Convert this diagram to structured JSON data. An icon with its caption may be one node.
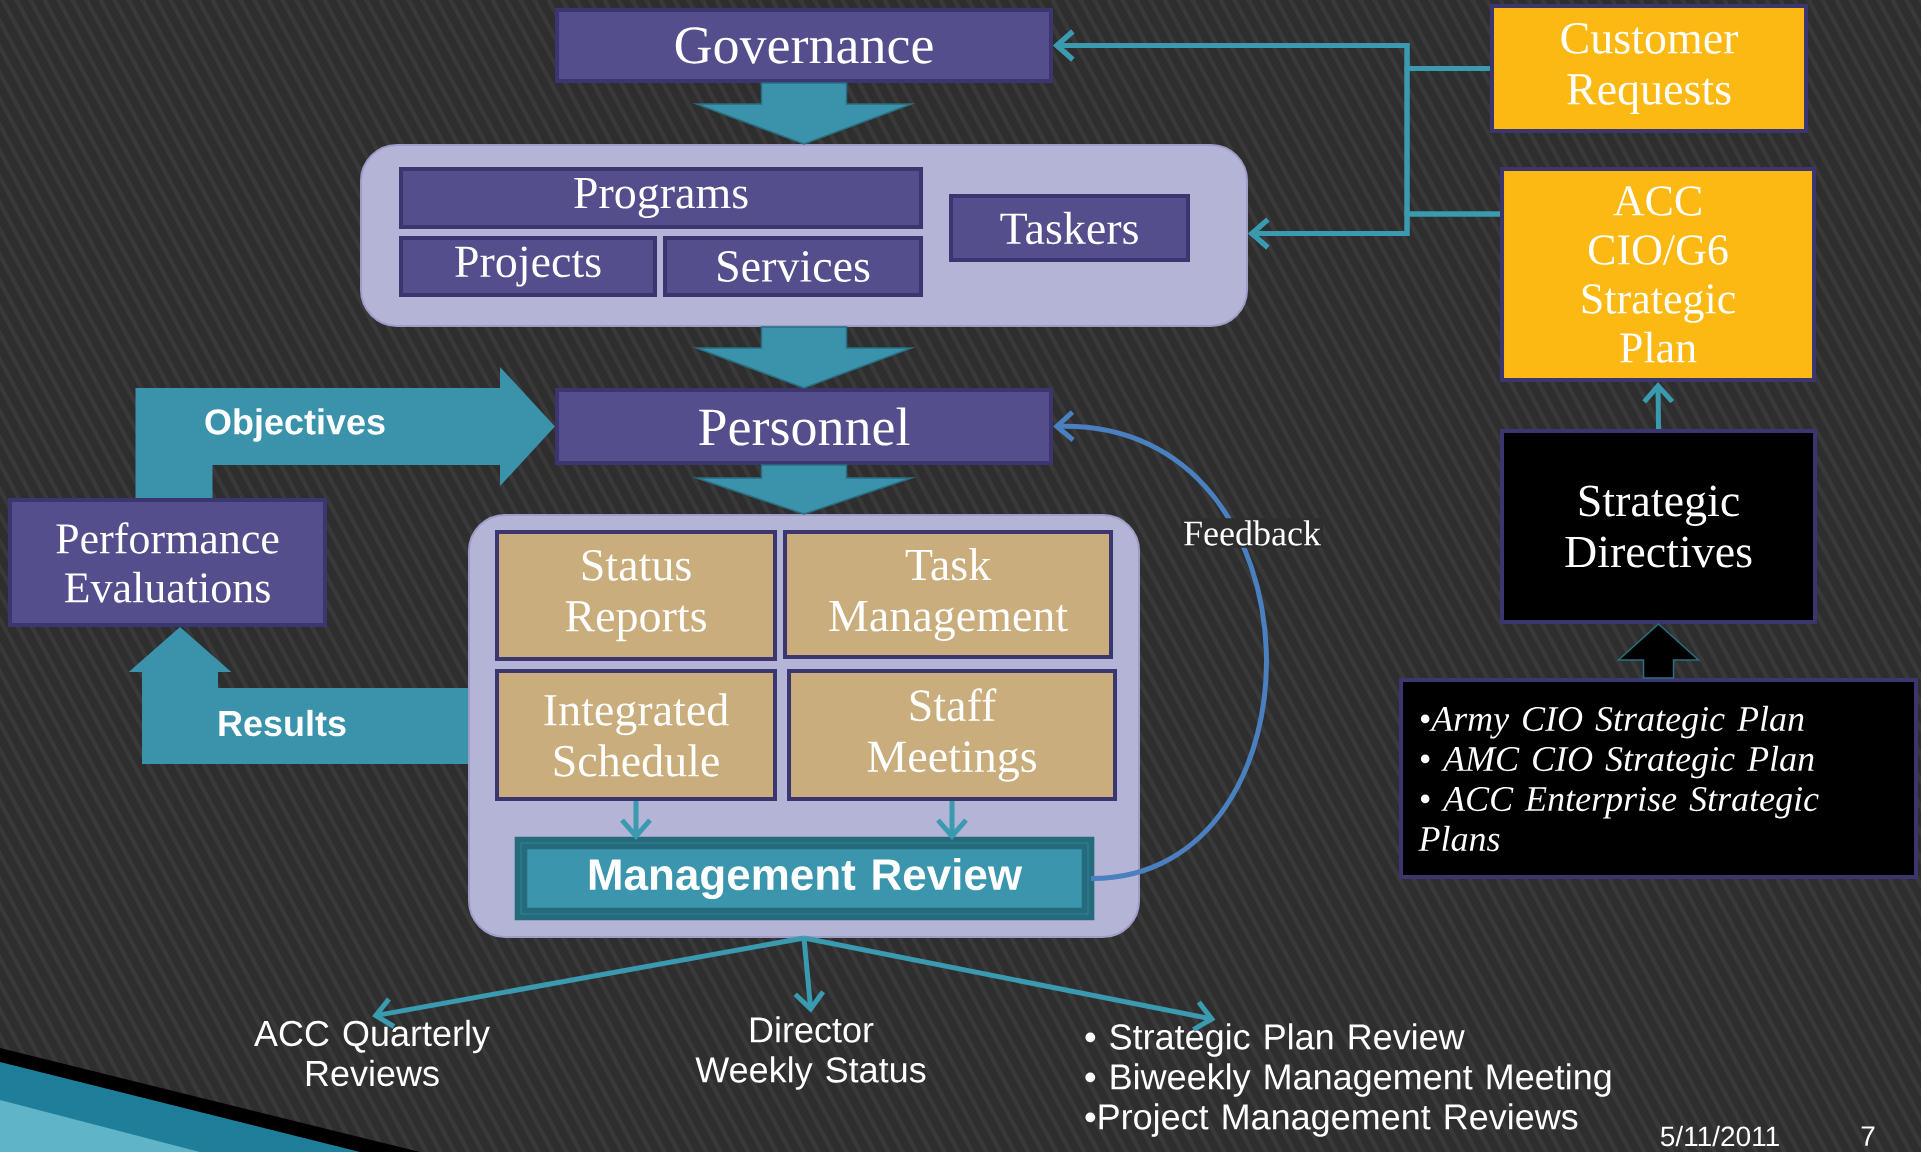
{
  "diagram": {
    "nodes": [
      {
        "text": [
          "Governance"
        ]
      },
      {
        "text": [],
        "shape": "box"
      },
      {
        "text": [
          "Programs"
        ],
        "in": 1
      },
      {
        "text": [
          "Projects"
        ],
        "in": 1
      },
      {
        "text": [
          "Services"
        ],
        "in": 1
      },
      {
        "text": [
          "Taskers"
        ],
        "in": 1
      },
      {
        "text": [
          "Customer Requests"
        ]
      },
      {
        "text": [
          "ACC CIO/G6 Strategic Plan"
        ]
      },
      {
        "text": [
          "Strategic Directives"
        ]
      },
      {
        "text": [
          "•Army CIO Strategic Plan",
          "• AMC CIO Strategic Plan",
          "• ACC Enterprise Strategic Plans"
        ]
      },
      {
        "text": [
          "Personnel"
        ]
      },
      {
        "text": [
          "Performance Evaluations"
        ]
      },
      {
        "text": [],
        "shape": "box"
      },
      {
        "text": [
          "Status Reports"
        ],
        "in": 12
      },
      {
        "text": [
          "Task Management"
        ],
        "in": 12
      },
      {
        "text": [
          "Integrated Schedule"
        ],
        "in": 12
      },
      {
        "text": [
          "Staff Meetings"
        ],
        "in": 12
      },
      {
        "text": [
          "Management Review"
        ],
        "in": 12
      },
      {
        "text": [
          "ACC Quarterly Reviews"
        ]
      },
      {
        "text": [
          "Director Weekly Status"
        ]
      },
      {
        "text": [
          "• Strategic Plan Review",
          "• Biweekly Management Meeting",
          "•Project Management Reviews"
        ]
      }
    ],
    "edges": [
      {
        "from": 0,
        "to": 1,
        "arrow": "to",
        "style": "thick"
      },
      {
        "from": 1,
        "to": 10,
        "arrow": "to",
        "style": "thick"
      },
      {
        "from": 10,
        "to": 12,
        "arrow": "to",
        "style": "thick"
      },
      {
        "from": 6,
        "to": 0,
        "arrow": "to"
      },
      {
        "from": 6,
        "to": 1,
        "arrow": "to"
      },
      {
        "from": 7,
        "to": 0,
        "arrow": "to"
      },
      {
        "from": 7,
        "to": 1,
        "arrow": "to"
      },
      {
        "from": 8,
        "to": 7,
        "arrow": "to"
      },
      {
        "from": 9,
        "to": 8,
        "arrow": "to",
        "style": "thick",
        "color": "#000000"
      },
      {
        "from": 11,
        "to": 10,
        "arrow": "to",
        "style": "thick",
        "label": "Objectives"
      },
      {
        "from": 12,
        "to": 11,
        "arrow": "to",
        "style": "thick",
        "label": "Results"
      },
      {
        "from": 15,
        "to": 17,
        "arrow": "to"
      },
      {
        "from": 16,
        "to": 17,
        "arrow": "to"
      },
      {
        "from": 17,
        "to": 10,
        "arrow": "to",
        "label": "Feedback",
        "color": "#4a7fc0"
      },
      {
        "from": 12,
        "to": 18,
        "arrow": "to"
      },
      {
        "from": 12,
        "to": 19,
        "arrow": "to"
      },
      {
        "from": 12,
        "to": 20,
        "arrow": "to"
      }
    ],
    "labels": [
      "5/11/2011",
      "7"
    ]
  }
}
